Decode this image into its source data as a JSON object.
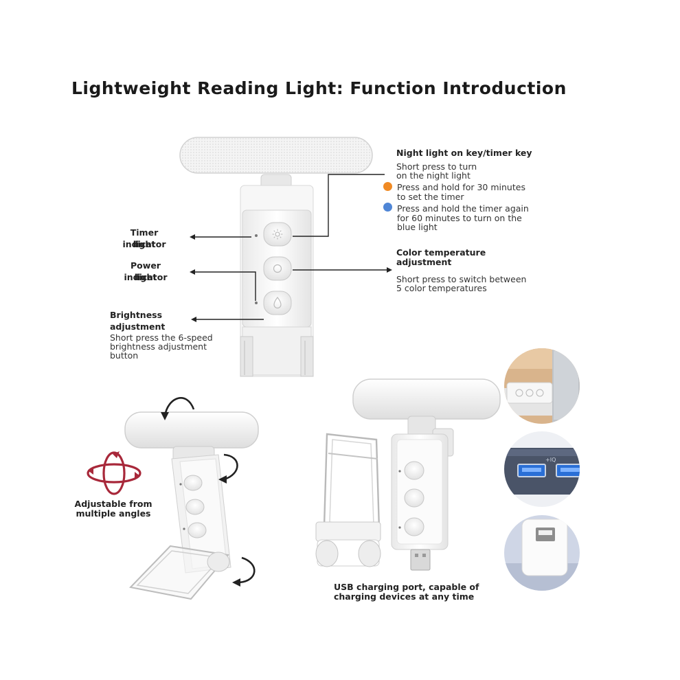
{
  "page_title": "Lightweight Reading Light: Function Introduction",
  "labels": {
    "night_light_title": "Night light on key/timer key",
    "night_light_line1": "Short press to turn",
    "night_light_line2": "on the night light",
    "timer30_line1": "Press and hold for 30 minutes",
    "timer30_line2": "to set the timer",
    "timer60_line1": "Press and hold the timer again",
    "timer60_line2": "for 60 minutes to turn on the",
    "timer60_line3": "blue light",
    "timer_indicator_line1": "Timer indicator",
    "timer_indicator_line2": "light",
    "power_indicator_line1": "Power indicator",
    "power_indicator_line2": "light",
    "color_temp_line1": "Color temperature",
    "color_temp_line2": "adjustment",
    "color_temp_desc_line1": "Short press to switch between",
    "color_temp_desc_line2": "5 color temperatures",
    "brightness_line1": "Brightness",
    "brightness_line2": "adjustment",
    "brightness_desc_line1": "Short press the 6-speed",
    "brightness_desc_line2": "brightness adjustment",
    "brightness_desc_line3": "button",
    "angles_line1": "Adjustable from",
    "angles_line2": "multiple angles",
    "usb_line1": "USB charging port, capable of",
    "usb_line2": "charging devices at any time"
  },
  "colors": {
    "orange_dot": "#f08a24",
    "blue_dot": "#4f86d6",
    "rotate_arrow": "#a8283a"
  },
  "icons": {
    "sun": "sun-icon",
    "color_temp": "circle-icon",
    "brightness": "drop-icon"
  }
}
